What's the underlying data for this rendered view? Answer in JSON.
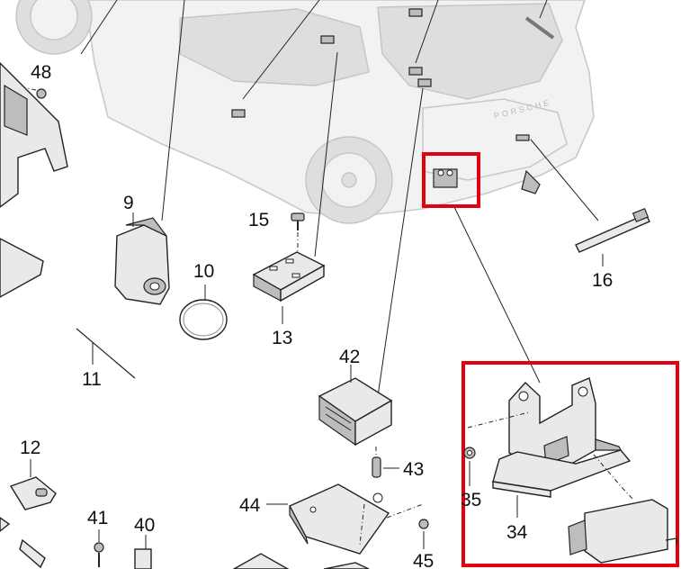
{
  "diagram": {
    "callouts": {
      "c9": "9",
      "c10": "10",
      "c11": "11",
      "c12": "12",
      "c13": "13",
      "c15": "15",
      "c16": "16",
      "c34": "34",
      "c35": "35",
      "c40": "40",
      "c41": "41",
      "c42": "42",
      "c43": "43",
      "c44": "44",
      "c45": "45",
      "c48": "48"
    },
    "highlight_color": "#e3000f"
  }
}
